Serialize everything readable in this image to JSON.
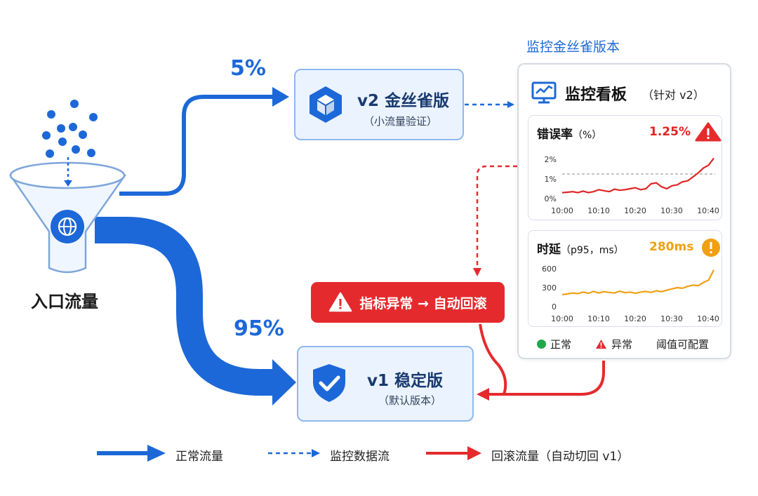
{
  "entry": {
    "label": "入口流量"
  },
  "split": {
    "canary_percent": "5%",
    "stable_percent": "95%"
  },
  "canary": {
    "title": "v2 金丝雀版",
    "subtitle": "（小流量验证）"
  },
  "stable": {
    "title": "v1 稳定版",
    "subtitle": "（默认版本）"
  },
  "monitor": {
    "caption": "监控金丝雀版本",
    "panel_title": "监控看板",
    "panel_target": "（针对 v2）",
    "error_chart": {
      "title": "错误率",
      "unit": "（%）",
      "current_value": "1.25%",
      "ylabels": [
        "2%",
        "1%",
        "0%"
      ],
      "xlabels": [
        "10:00",
        "10:10",
        "10:20",
        "10:30",
        "10:40"
      ]
    },
    "latency_chart": {
      "title": "时延",
      "unit": "（p95，ms）",
      "current_value": "280ms",
      "ylabels": [
        "600",
        "300",
        "0"
      ],
      "xlabels": [
        "10:00",
        "10:10",
        "10:20",
        "10:30",
        "10:40"
      ]
    },
    "status_legend": {
      "normal": "正常",
      "abnormal": "异常",
      "configurable": "阈值可配置"
    }
  },
  "alert": {
    "label": "指标异常 → 自动回滚"
  },
  "legend": {
    "normal_flow": "正常流量",
    "monitor_flow": "监控数据流",
    "rollback_flow": "回滚流量（自动切回 v1）"
  },
  "colors": {
    "flow_blue": "#1d68d8",
    "rollback_red": "#e52a2d",
    "error_line": "#e02424",
    "latency_line": "#f0a012",
    "ok_green": "#1fa84a"
  },
  "chart_data": [
    {
      "type": "line",
      "title": "错误率",
      "ylabel": "%",
      "x": [
        "10:00",
        "10:10",
        "10:20",
        "10:30",
        "10:40"
      ],
      "ylim": [
        0,
        2
      ],
      "threshold": 1.25,
      "series": [
        {
          "values": [
            0.3,
            0.32,
            0.35,
            0.3,
            0.38,
            0.3,
            0.35,
            0.45,
            0.4,
            0.35,
            0.48,
            0.42,
            0.45,
            0.5,
            0.55,
            0.45,
            0.5,
            0.75,
            0.8,
            0.6,
            0.5,
            0.65,
            0.7,
            0.85,
            0.9,
            1.1,
            1.3,
            1.55,
            1.7,
            2.05
          ]
        }
      ]
    },
    {
      "type": "line",
      "title": "时延",
      "ylabel": "p95, ms",
      "x": [
        "10:00",
        "10:10",
        "10:20",
        "10:30",
        "10:40"
      ],
      "ylim": [
        0,
        600
      ],
      "series": [
        {
          "values": [
            190,
            200,
            215,
            205,
            230,
            210,
            240,
            215,
            235,
            225,
            215,
            245,
            220,
            230,
            210,
            230,
            240,
            225,
            250,
            235,
            260,
            280,
            300,
            290,
            320,
            340,
            330,
            380,
            420,
            580
          ]
        }
      ]
    }
  ]
}
